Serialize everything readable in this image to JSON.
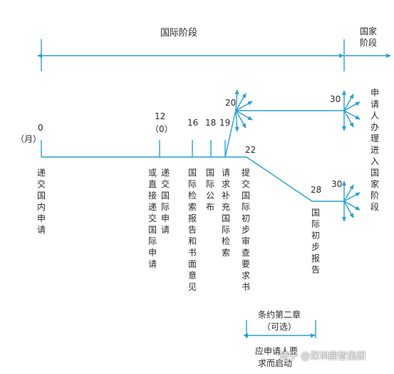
{
  "header": {
    "international_phase": "国际阶段",
    "national_phase": "国家阶段"
  },
  "timeline": {
    "start_month": "0",
    "month_unit": "（月）",
    "month_12": "12",
    "month_12_sub": "（0）",
    "month_16": "16",
    "month_18": "18",
    "month_19": "19",
    "month_20": "20",
    "month_22": "22",
    "month_28": "28",
    "month_30_upper": "30",
    "month_30_lower": "30"
  },
  "events": {
    "file_national": "递交国内申请",
    "file_international": "递交国际申请",
    "or_direct": "或直接递交国际申请",
    "search_report": "国际检索报告和书面意见",
    "publication": "国际公布",
    "supplementary_search": "请求补充国际检索",
    "demand_preliminary": "提交国际初步审查要求书",
    "preliminary_report": "国际初步报告",
    "enter_national": "申请人办理进入国家阶段"
  },
  "chapter2": {
    "title": "条约第二章",
    "optional": "（可选）",
    "on_request_line1": "应申请人要",
    "on_request_line2": "求而启动"
  },
  "watermark": "知乎 @深圳鼎智集团",
  "colors": {
    "line": "#2a9fd0",
    "text": "#2a2a2a"
  }
}
